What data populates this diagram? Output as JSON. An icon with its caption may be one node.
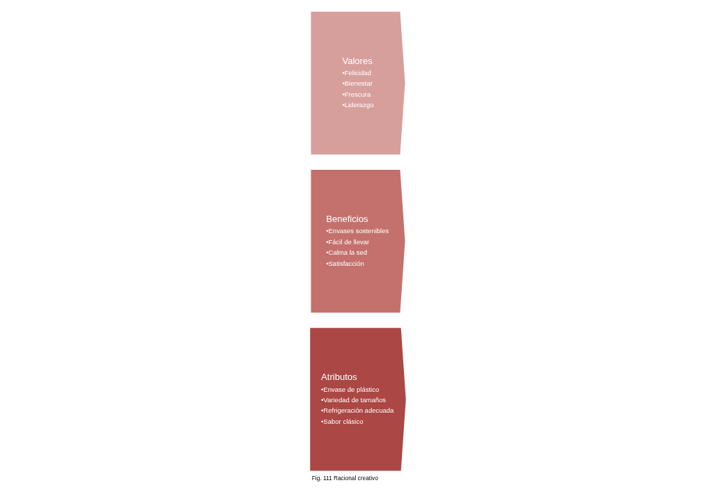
{
  "diagram": {
    "caption": "Fig. 111 Racional creativo",
    "nodes": [
      {
        "text": [
          "Atributos",
          "•Envase de plástico",
          "•Variedad de tamaños",
          "•Refrigeración adecuada",
          "•Sabor clásico"
        ]
      },
      {
        "text": [
          "Beneficios",
          "•Envases sostenibles",
          "•Fácil de llevar",
          "•Calma la sed",
          "•Satisfacción"
        ]
      },
      {
        "text": [
          "Valores",
          "•Felicidad",
          "•Bienestar",
          "•Frescura",
          "•Liderazgo"
        ]
      }
    ]
  }
}
